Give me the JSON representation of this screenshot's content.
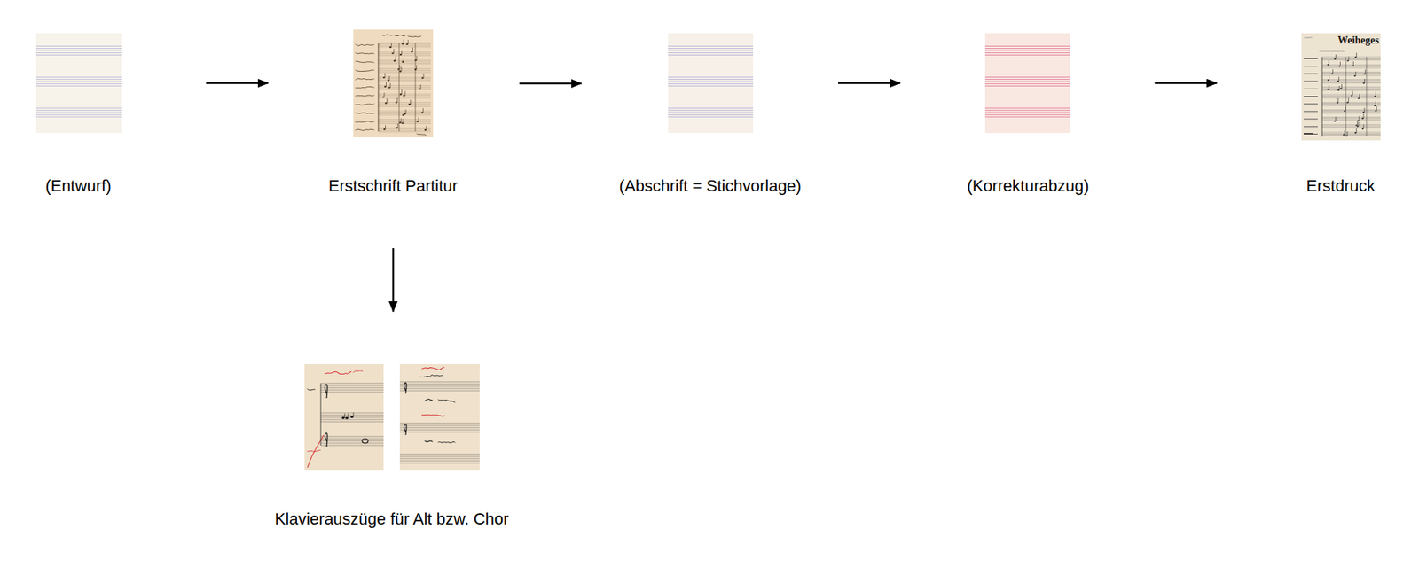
{
  "diagram": {
    "nodes": [
      {
        "text": [
          "(Entwurf)"
        ]
      },
      {
        "text": [
          "Erstschrift Partitur"
        ]
      },
      {
        "text": [
          "(Abschrift = Stichvorlage)"
        ]
      },
      {
        "text": [
          "(Korrekturabzug)"
        ]
      },
      {
        "text": [
          "Erstdruck"
        ]
      },
      {
        "text": [
          "Klavierauszüge für Alt bzw. Chor"
        ]
      }
    ],
    "edges": [
      {
        "from": 0,
        "to": 1,
        "arrow": "to"
      },
      {
        "from": 1,
        "to": 2,
        "arrow": "to"
      },
      {
        "from": 2,
        "to": 3,
        "arrow": "to"
      },
      {
        "from": 3,
        "to": 4,
        "arrow": "to"
      },
      {
        "from": 1,
        "to": 5,
        "arrow": "to"
      }
    ],
    "labels": [
      "Weiheges"
    ]
  }
}
